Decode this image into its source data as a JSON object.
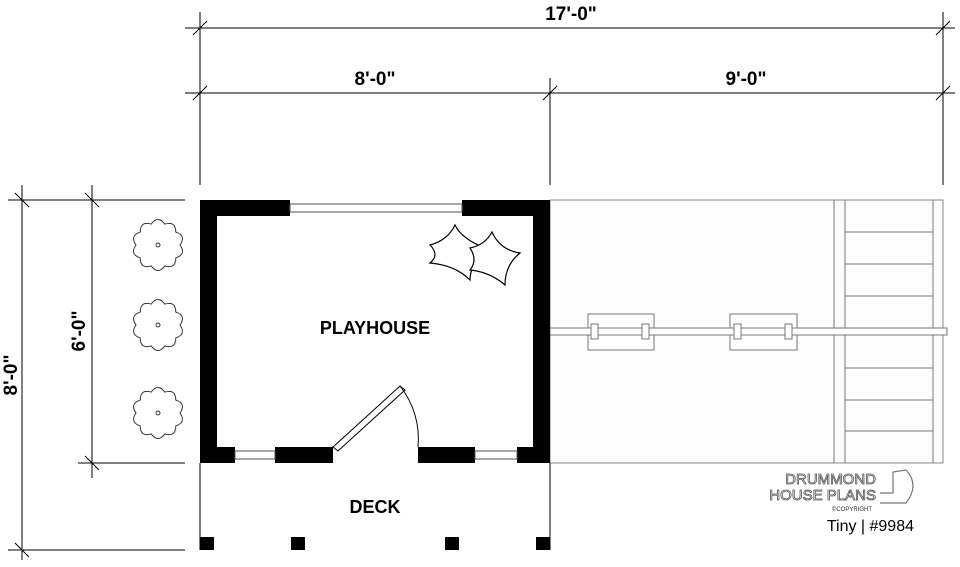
{
  "dimensions": {
    "overall_width": "17'-0\"",
    "playhouse_width": "8'-0\"",
    "play_area_width": "9'-0\"",
    "overall_depth": "8'-0\"",
    "playhouse_depth": "6'-0\""
  },
  "rooms": {
    "playhouse": "PLAYHOUSE",
    "deck": "DECK"
  },
  "logo": {
    "line1": "DRUMMOND",
    "line2": "HOUSE PLANS",
    "copyright": "©COPYRIGHT"
  },
  "plan_caption": "Tiny | #9984"
}
